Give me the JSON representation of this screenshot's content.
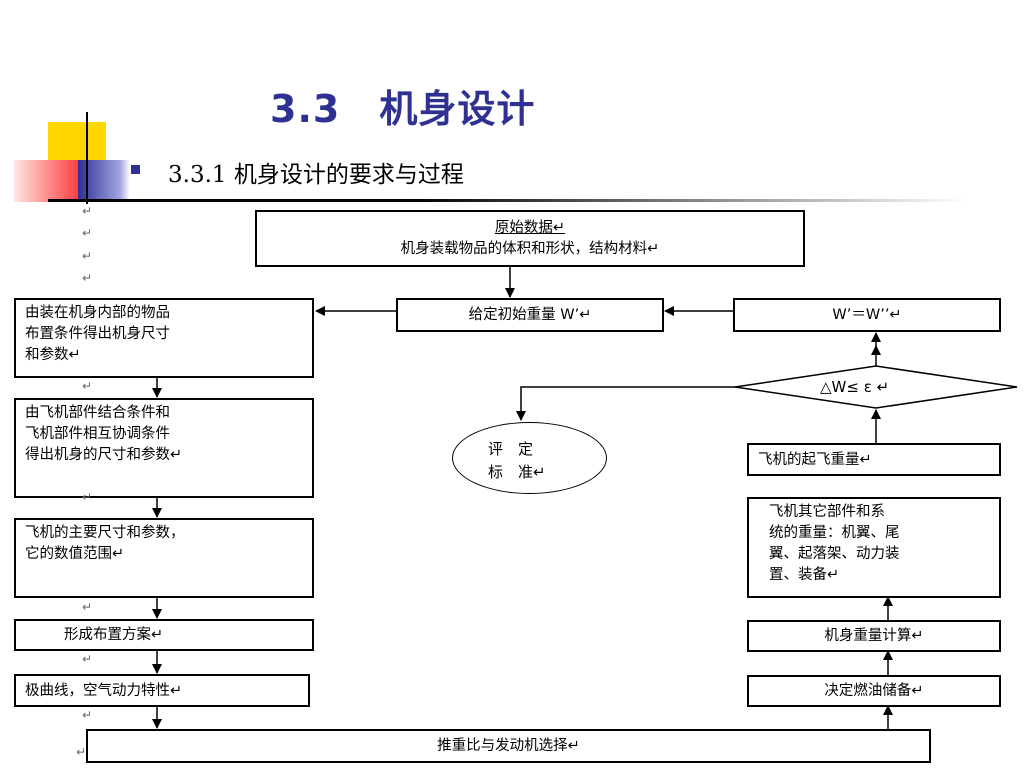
{
  "slide": {
    "title": "3.3　机身设计",
    "subtitle": "3.3.1 机身设计的要求与过程",
    "accent_color": "#2e3192"
  },
  "flow": {
    "original_data": {
      "line1": "原始数据↵",
      "line2": "机身装载物品的体积和形状，结构材料↵"
    },
    "initial_weight": "给定初始重量 W’↵",
    "weight_equal": "W’＝W’’↵",
    "delta_check": "△W≤ ε ↵",
    "evaluate": {
      "line1": "评　定",
      "line2": "标　准↵"
    },
    "takeoff_weight": "飞机的起飞重量↵",
    "left_box1": [
      "由装在机身内部的物品",
      "布置条件得出机身尺寸",
      "和参数↵"
    ],
    "left_box2": [
      "由飞机部件结合条件和",
      "飞机部件相互协调条件",
      "得出机身的尺寸和参数↵"
    ],
    "left_box3": [
      "飞机的主要尺寸和参数，",
      "它的数值范围↵"
    ],
    "left_box4": "形成布置方案↵",
    "left_box5": "极曲线，空气动力特性↵",
    "bottom_box": "推重比与发动机选择↵",
    "right_box1": [
      "飞机其它部件和系",
      "统的重量：机翼、尾",
      "翼、起落架、动力装",
      "置、装备↵"
    ],
    "right_box2": "机身重量计算↵",
    "right_box3": "决定燃油储备↵"
  },
  "paragraph_marks": [
    "↵",
    "↵",
    "↵",
    "↵",
    "↵",
    "↵",
    "↵",
    "↵",
    "↵",
    "↵"
  ]
}
